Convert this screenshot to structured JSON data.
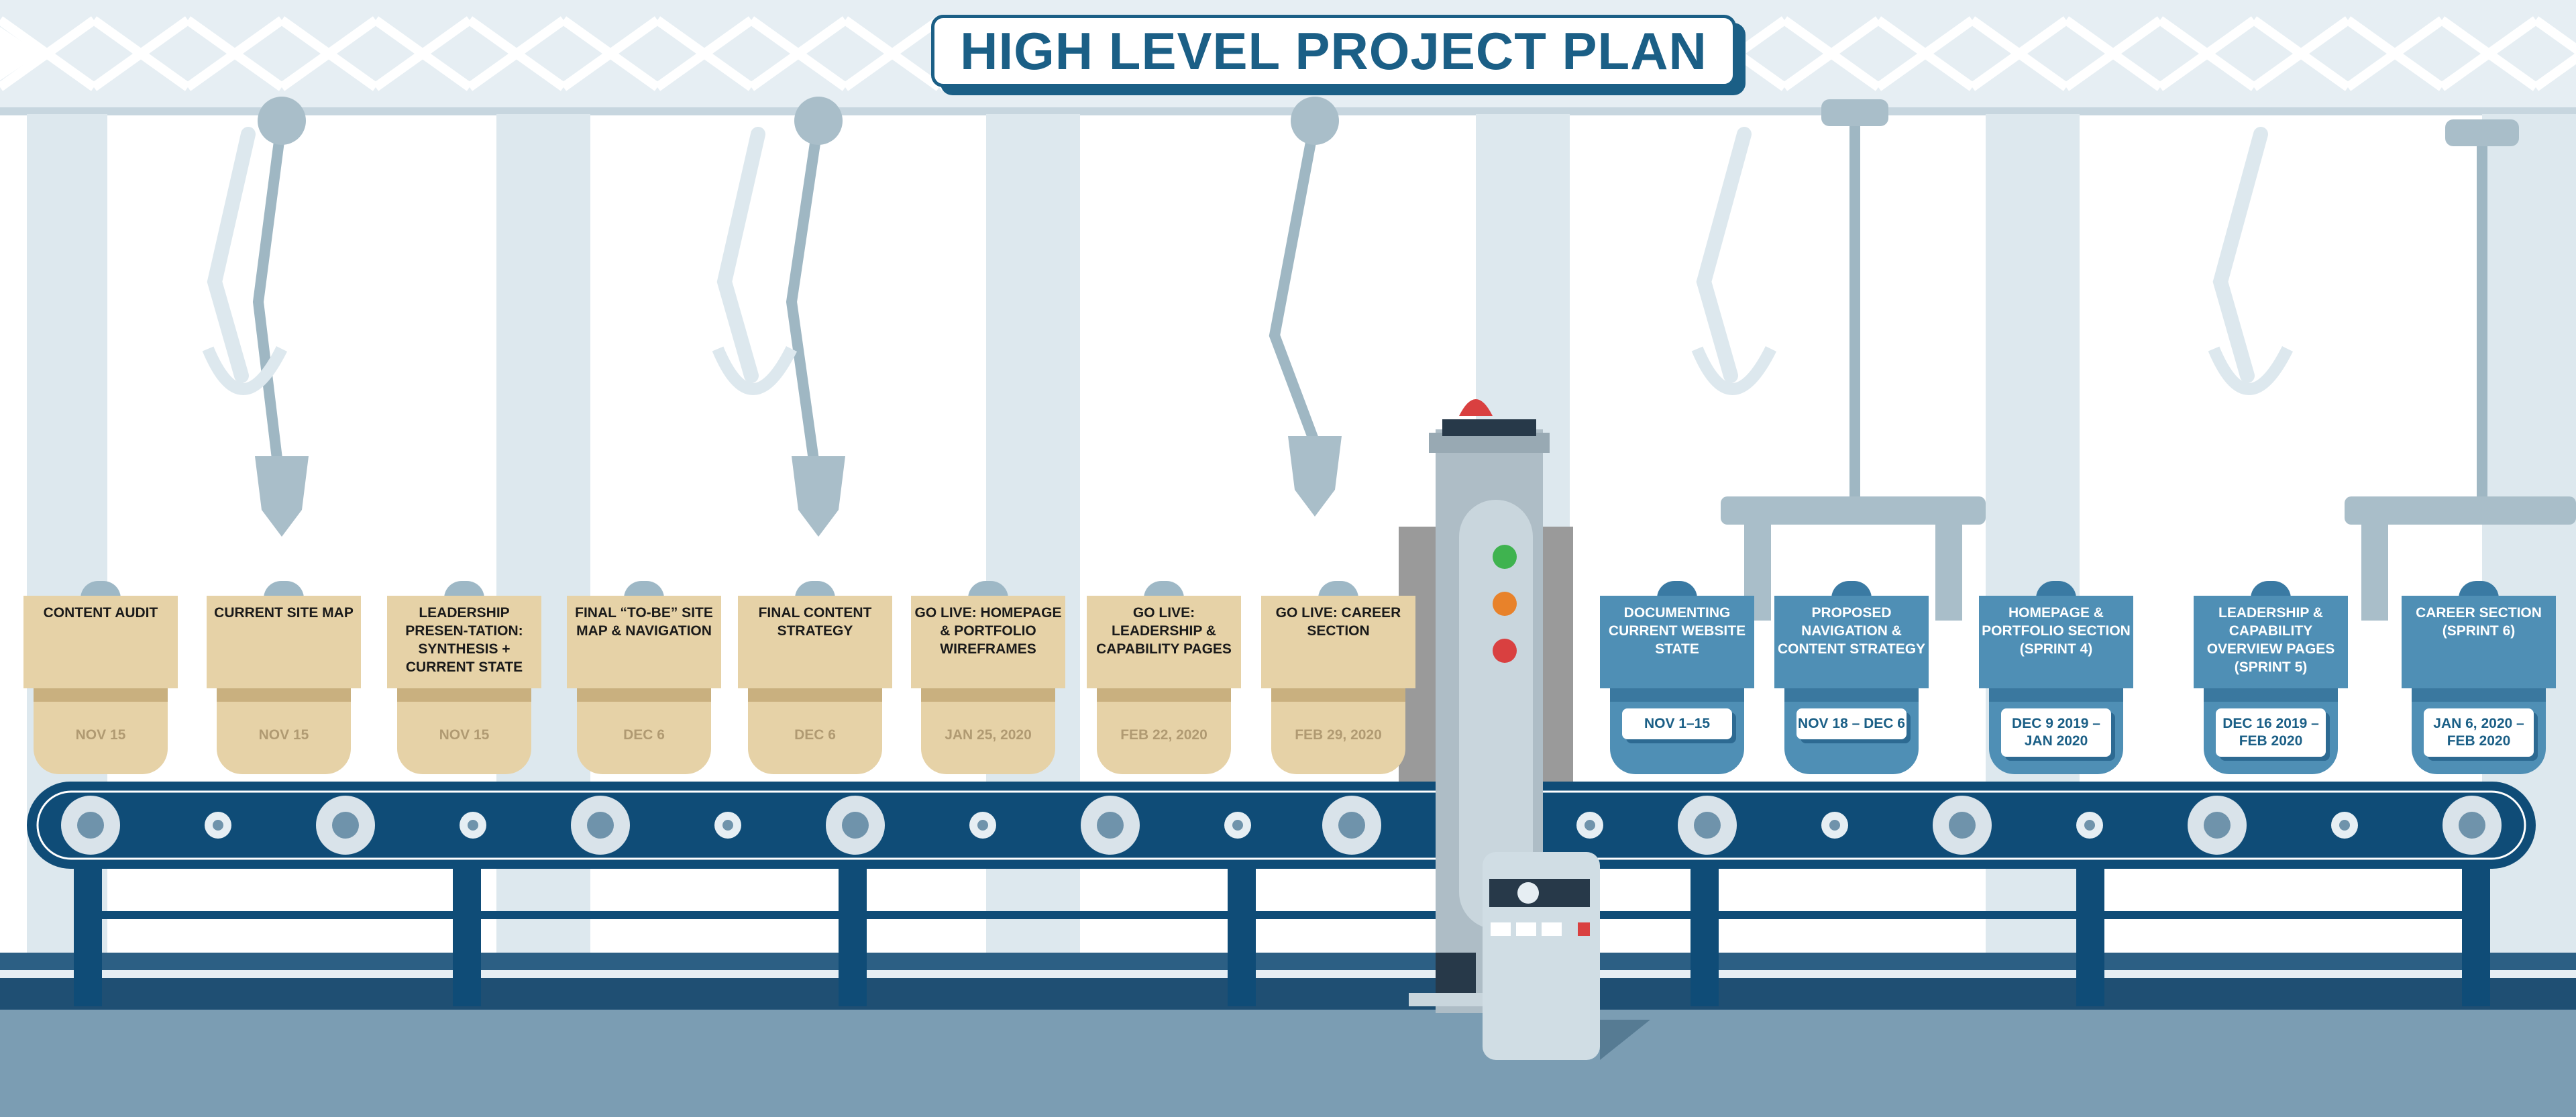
{
  "title": "HIGH LEVEL PROJECT PLAN",
  "colors": {
    "brand_blue": "#1b5f86",
    "completed_box": "#e6d2a7",
    "upcoming_box": "#4f8fb5",
    "conveyor": "#0f4c77",
    "floor": "#7b9db3"
  },
  "boxes_completed": [
    {
      "label": "CONTENT AUDIT",
      "date": "NOV 15"
    },
    {
      "label": "CURRENT SITE MAP",
      "date": "NOV 15"
    },
    {
      "label": "LEADERSHIP PRESEN-TATION: SYNTHESIS + CURRENT STATE",
      "date": "NOV 15"
    },
    {
      "label": "FINAL “TO-BE” SITE MAP & NAVIGATION",
      "date": "DEC 6"
    },
    {
      "label": "FINAL CONTENT STRATEGY",
      "date": "DEC 6"
    },
    {
      "label": "GO LIVE: HOMEPAGE & PORTFOLIO WIREFRAMES",
      "date": "JAN 25, 2020"
    },
    {
      "label": "GO LIVE: LEADERSHIP & CAPABILITY PAGES",
      "date": "FEB 22, 2020"
    },
    {
      "label": "GO LIVE: CAREER SECTION",
      "date": "FEB 29, 2020"
    }
  ],
  "boxes_upcoming": [
    {
      "label": "DOCUMENTING CURRENT WEBSITE STATE",
      "date": "NOV 1–15"
    },
    {
      "label": "PROPOSED NAVIGATION & CONTENT STRATEGY",
      "date": "NOV 18 – DEC 6"
    },
    {
      "label": "HOMEPAGE & PORTFOLIO SECTION (SPRINT 4)",
      "date": "DEC 9 2019 – JAN 2020"
    },
    {
      "label": "LEADERSHIP & CAPABILITY OVERVIEW PAGES (SPRINT 5)",
      "date": "DEC 16 2019 – FEB 2020"
    },
    {
      "label": "CAREER SECTION (SPRINT 6)",
      "date": "JAN 6, 2020 – FEB 2020"
    }
  ]
}
